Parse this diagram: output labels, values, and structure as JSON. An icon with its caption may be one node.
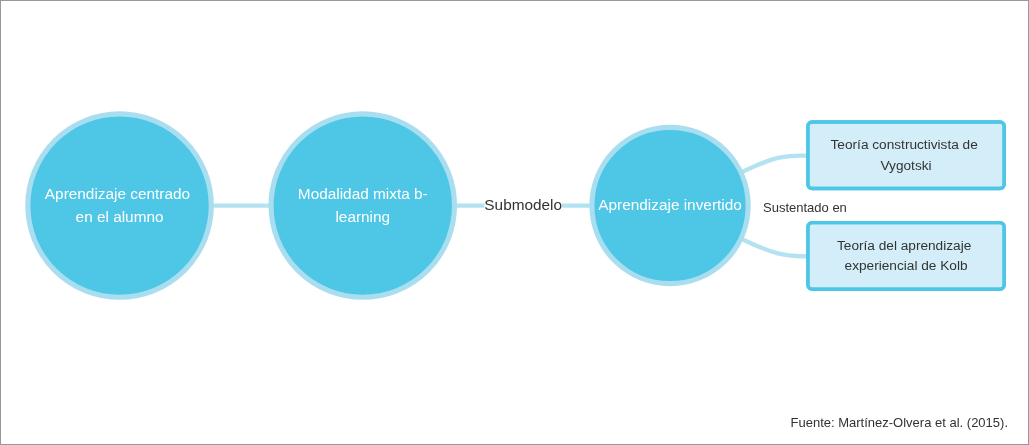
{
  "diagram": {
    "caption": "Fuente: Martínez-Olvera et al. (2015).",
    "nodes": [
      {
        "text": [
          "Aprendizaje centrado en el alumno"
        ]
      },
      {
        "text": [
          "Modalidad mixta b-learning"
        ]
      },
      {
        "text": [
          "Aprendizaje invertido"
        ]
      },
      {
        "text": [
          "Teoría constructivista de Vygotski"
        ]
      },
      {
        "text": [
          "Teoría del aprendizaje experiencial de Kolb"
        ]
      }
    ],
    "edges": [
      {
        "from": 0,
        "to": 1,
        "arrow": "none"
      },
      {
        "from": 1,
        "to": 2,
        "arrow": "none",
        "label": "Submodelo"
      },
      {
        "from": 2,
        "to": 3,
        "arrow": "none"
      },
      {
        "from": 2,
        "to": 4,
        "arrow": "none"
      }
    ],
    "labels": [
      "Sustentado en"
    ]
  }
}
